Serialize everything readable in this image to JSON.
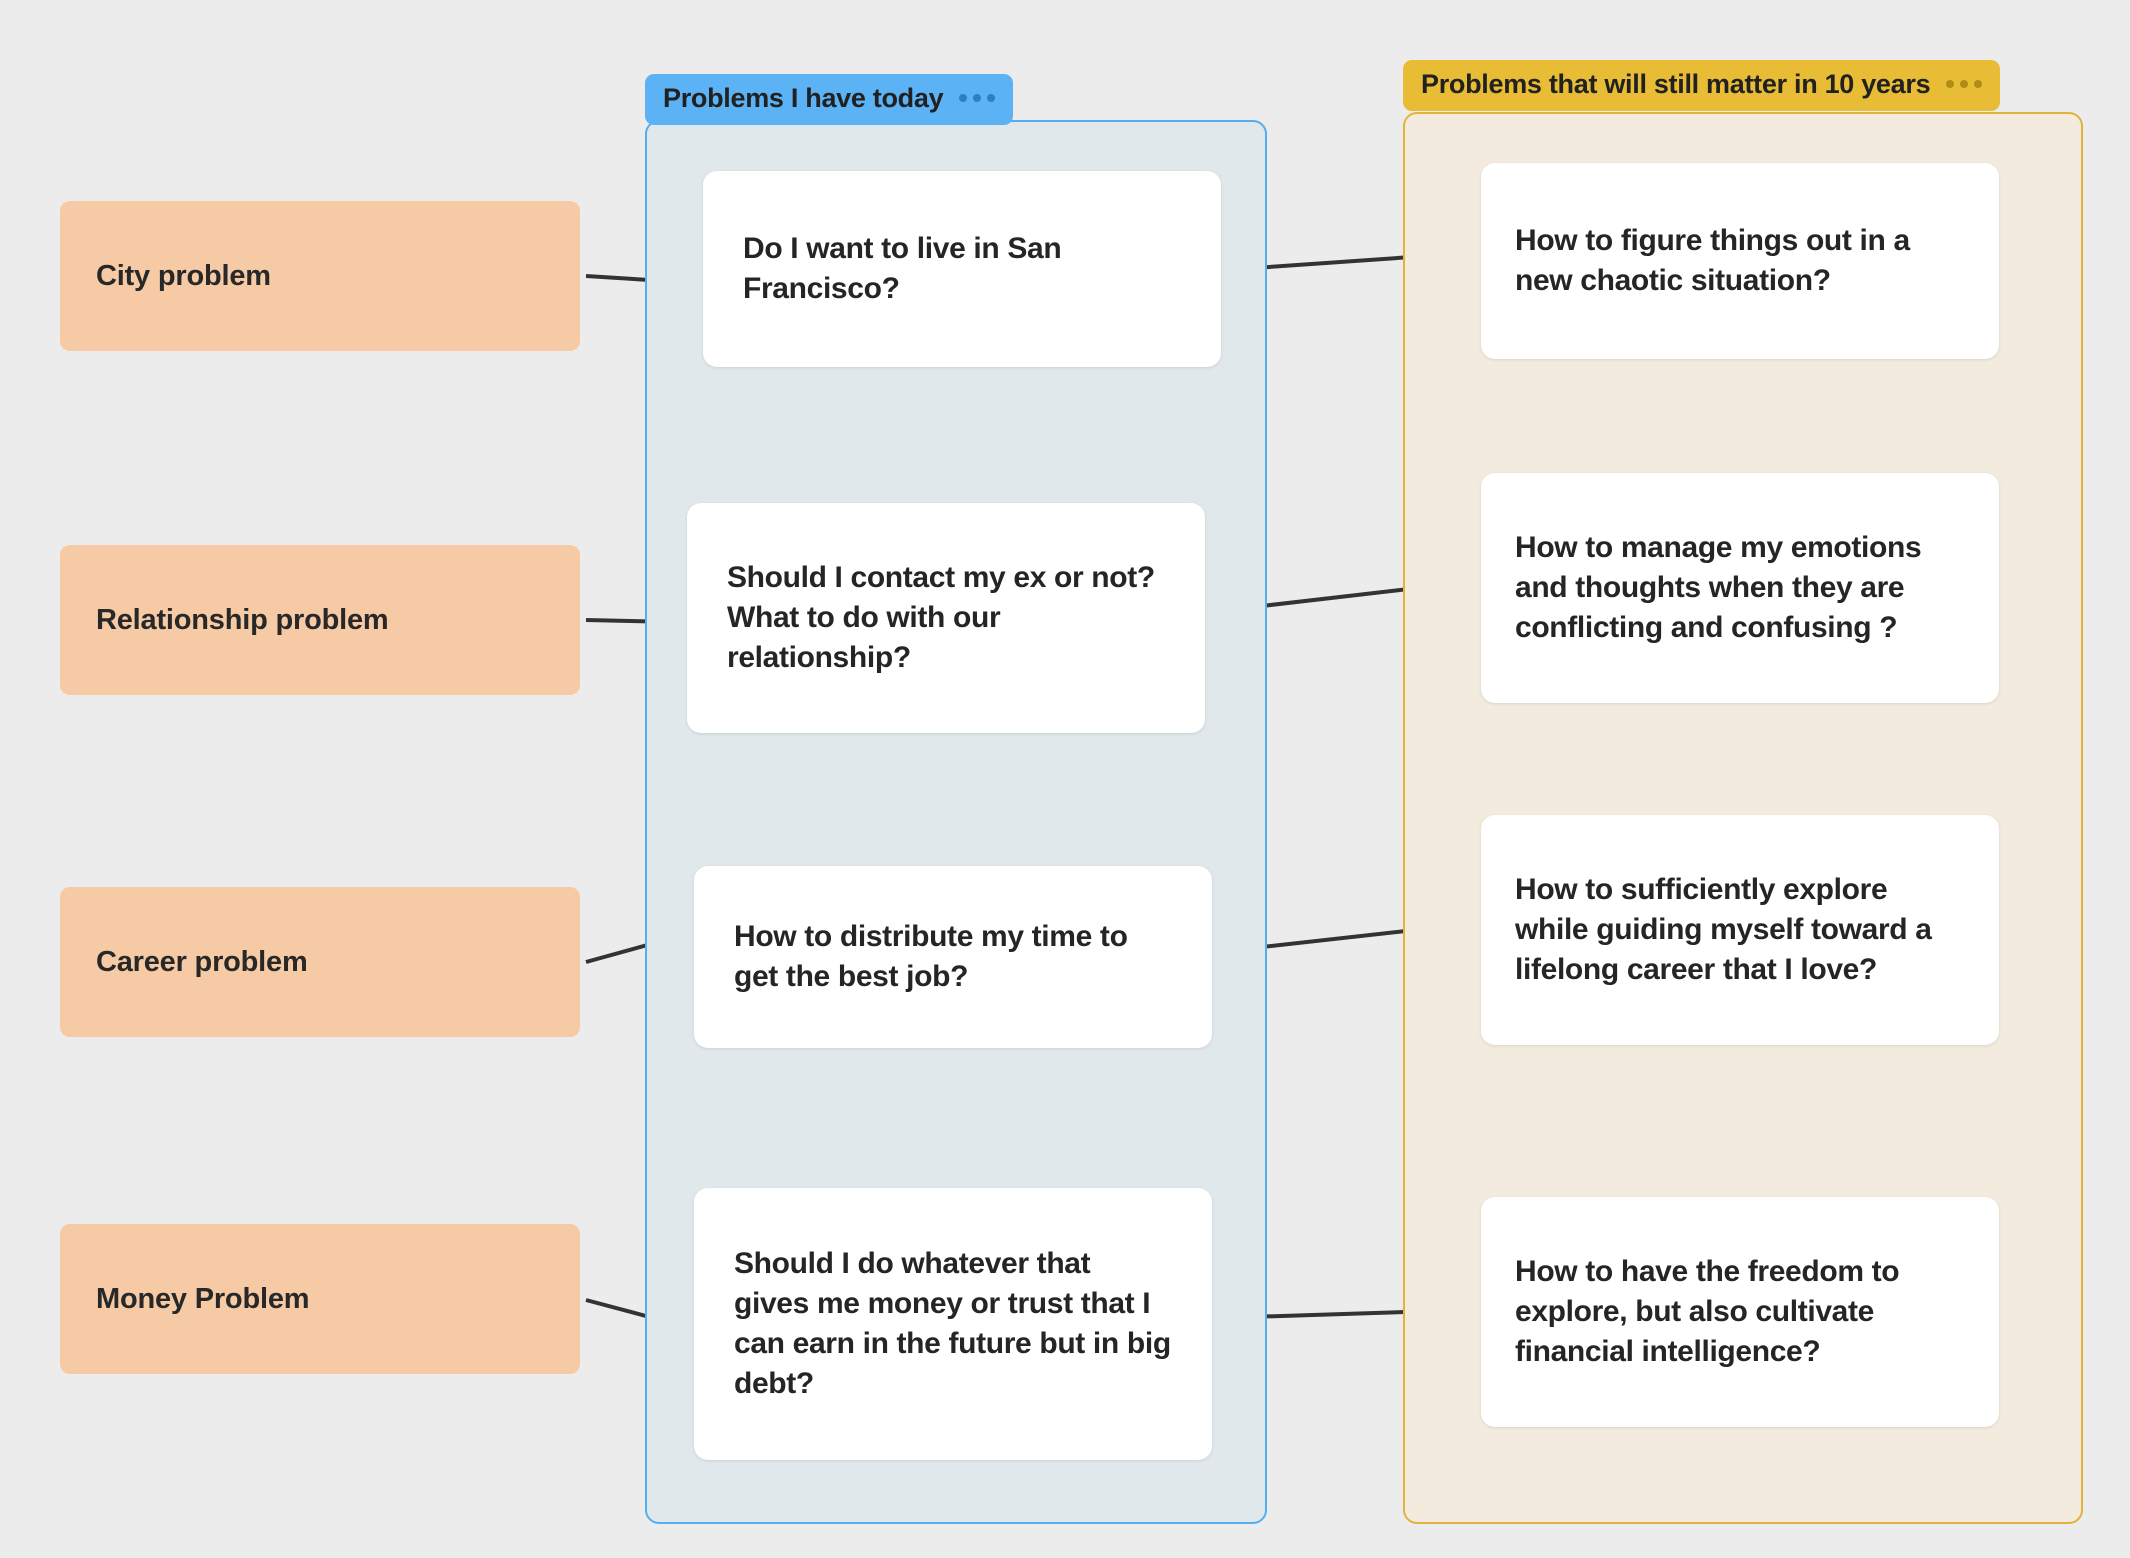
{
  "canvas": {
    "background_color": "#ECECEC"
  },
  "frames": [
    {
      "id": "today",
      "title": "Problems I have today",
      "chip_color": "#5BB2F4",
      "fill_color": "#E1E8EC",
      "border_color": "#55AEF2",
      "menu_icon": "ellipsis-icon"
    },
    {
      "id": "ten_years",
      "title": "Problems that will still matter in 10 years",
      "chip_color": "#E8BC34",
      "fill_color": "#F3EBDD",
      "border_color": "#E3B23C",
      "menu_icon": "ellipsis-icon"
    }
  ],
  "categories": [
    {
      "label": "City problem"
    },
    {
      "label": "Relationship problem"
    },
    {
      "label": "Career problem"
    },
    {
      "label": "Money Problem"
    }
  ],
  "today_cards": [
    {
      "text": "Do I want to live in San Francisco?"
    },
    {
      "text": "Should I contact my ex or not? What to do with our relationship?"
    },
    {
      "text": "How to distribute my time to get the best job?"
    },
    {
      "text": "Should I do whatever that gives me money or trust that I can earn in the future but in big debt?"
    }
  ],
  "future_cards": [
    {
      "text": "How to figure things out in a new chaotic situation?"
    },
    {
      "text": "How to manage my emotions and thoughts when they are conflicting and confusing ?"
    },
    {
      "text": "How to sufficiently explore while guiding myself toward a lifelong career that I love?"
    },
    {
      "text": "How to have the freedom to explore, but also cultivate financial intelligence?"
    }
  ],
  "colors": {
    "category_fill": "#F7CAA6",
    "card_fill": "#FFFFFF",
    "text": "#252525",
    "arrow": "#333333"
  }
}
